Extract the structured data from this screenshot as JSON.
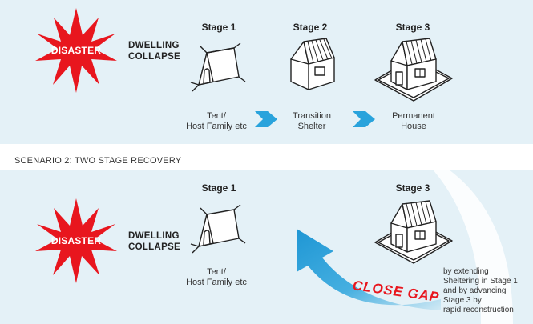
{
  "scenario1": {
    "burst_label": "DISASTER",
    "collapse_label_line1": "DWELLING",
    "collapse_label_line2": "COLLAPSE",
    "stages": [
      {
        "title": "Stage 1",
        "caption_line1": "Tent/",
        "caption_line2": "Host Family etc",
        "icon": "tent-icon"
      },
      {
        "title": "Stage 2",
        "caption_line1": "Transition",
        "caption_line2": "Shelter",
        "icon": "transition-shelter-icon"
      },
      {
        "title": "Stage 3",
        "caption_line1": "Permanent",
        "caption_line2": "House",
        "icon": "permanent-house-icon"
      }
    ]
  },
  "scenario2": {
    "heading": "SCENARIO 2: TWO STAGE RECOVERY",
    "burst_label": "DISASTER",
    "collapse_label_line1": "DWELLING",
    "collapse_label_line2": "COLLAPSE",
    "stages": [
      {
        "title": "Stage 1",
        "caption_line1": "Tent/",
        "caption_line2": "Host Family etc",
        "icon": "tent-icon"
      },
      {
        "title": "Stage 3",
        "icon": "permanent-house-icon"
      }
    ],
    "close_gap_label": "CLOSE GAP",
    "note_lines": [
      "by extending",
      "Sheltering in Stage 1",
      "and by advancing",
      "Stage 3 by",
      "rapid reconstruction"
    ]
  },
  "colors": {
    "panel_bg": "#e4f1f7",
    "burst_red": "#e8161e",
    "arrow_blue": "#29a3dc",
    "line_dark": "#222222"
  }
}
